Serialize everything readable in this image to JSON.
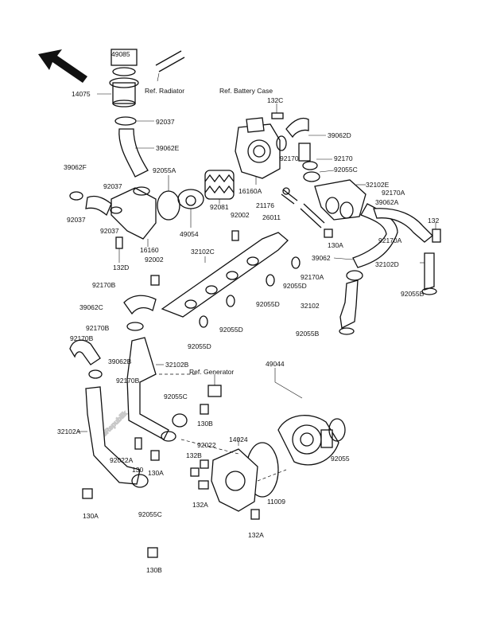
{
  "watermark": "PartsRepublik",
  "labels": {
    "l_49085": "49085",
    "l_ref_radiator": "Ref. Radiator",
    "l_ref_battery": "Ref. Battery Case",
    "l_14075": "14075",
    "l_132c": "132C",
    "l_92037_a": "92037",
    "l_39062d": "39062D",
    "l_39062e": "39062E",
    "l_92170_a": "92170",
    "l_92170_b": "92170",
    "l_39062f": "39062F",
    "l_92055a": "92055A",
    "l_92055c_a": "92055C",
    "l_92037_b": "92037",
    "l_32102e": "32102E",
    "l_92170a_a": "92170A",
    "l_16160a": "16160A",
    "l_39062a": "39062A",
    "l_21176": "21176",
    "l_92081": "92081",
    "l_92037_c": "92037",
    "l_92002_a": "92002",
    "l_132_a": "132",
    "l_49054": "49054",
    "l_26011": "26011",
    "l_92037_d": "92037",
    "l_16160": "16160",
    "l_130a_a": "130A",
    "l_92170a_b": "92170A",
    "l_32102c": "32102C",
    "l_132d": "132D",
    "l_39062": "39062",
    "l_32102d": "32102D",
    "l_92002_b": "92002",
    "l_92055d_a": "92055D",
    "l_92170a_c": "92170A",
    "l_92170b_a": "92170B",
    "l_92055b_a": "92055B",
    "l_39062c": "39062C",
    "l_92055d_b": "92055D",
    "l_32102": "32102",
    "l_92170b_b": "92170B",
    "l_92055d_c": "92055D",
    "l_92170b_c": "92170B",
    "l_92055b_b": "92055B",
    "l_92055d_d": "92055D",
    "l_39062b": "39062B",
    "l_32102b": "32102B",
    "l_49044": "49044",
    "l_ref_generator": "Ref. Generator",
    "l_92170b_d": "92170B",
    "l_92055c_b": "92055C",
    "l_130b_a": "130B",
    "l_32102a": "32102A",
    "l_92022_a": "92022",
    "l_14024": "14024",
    "l_92022a": "92022A",
    "l_130": "130",
    "l_132b": "132B",
    "l_130a_b": "130A",
    "l_92055": "92055",
    "l_130a_c": "130A",
    "l_92055c_c": "92055C",
    "l_132a_a": "132A",
    "l_11009": "11009",
    "l_132a_b": "132A",
    "l_130b_b": "130B"
  }
}
